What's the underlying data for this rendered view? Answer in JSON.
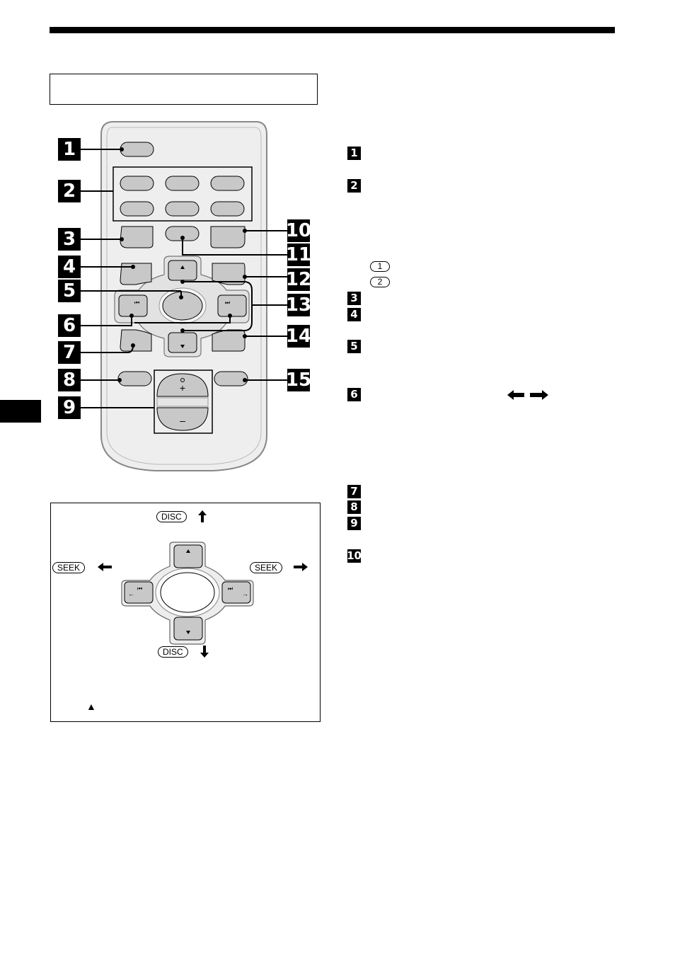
{
  "header": {
    "rule": ""
  },
  "remote": {
    "callouts": [
      "1",
      "2",
      "3",
      "4",
      "5",
      "6",
      "7",
      "8",
      "9",
      "10",
      "11",
      "12",
      "13",
      "14",
      "15"
    ]
  },
  "list": {
    "items": [
      "1",
      "2",
      "3",
      "4",
      "5",
      "6",
      "7",
      "8",
      "9",
      "10"
    ],
    "sub_markers": [
      "1",
      "2"
    ]
  },
  "inset": {
    "disc_up_label": "DISC",
    "disc_down_label": "DISC",
    "seek_left_label": "SEEK",
    "seek_right_label": "SEEK",
    "note_symbol": "▲"
  },
  "icons": {
    "up_arrow": "up-arrow-icon",
    "down_arrow": "down-arrow-icon",
    "left_arrow": "left-arrow-icon",
    "right_arrow": "right-arrow-icon",
    "triangle": "triangle-icon"
  },
  "colors": {
    "ink": "#000000",
    "button_fill": "#c8c8c8",
    "remote_body": "#eeeeee"
  }
}
